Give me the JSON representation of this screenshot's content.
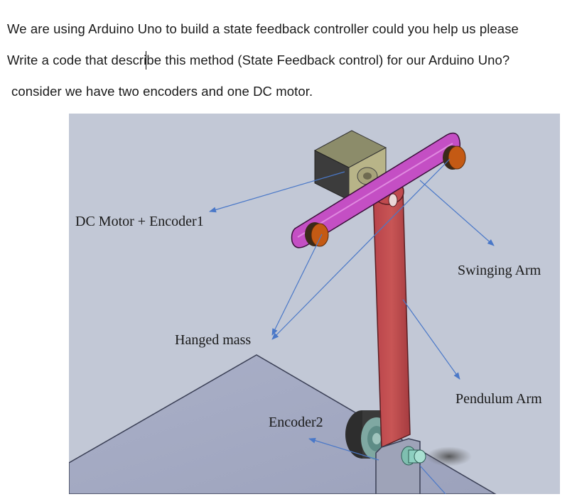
{
  "question": {
    "line1": "We are using Arduino Uno to build a state feedback controller could you help us please",
    "line2": "Write a code that describe this method (State Feedback control) for our Arduino Uno?",
    "line3": "consider we have two encoders and one DC motor."
  },
  "figure": {
    "labels": {
      "motor": "DC Motor + Encoder1",
      "swinging_arm": "Swinging Arm",
      "hanged_mass": "Hanged mass",
      "pendulum_arm": "Pendulum Arm",
      "encoder2": "Encoder2"
    },
    "colors": {
      "background": "#c2c8d6",
      "base_plate": "#a3a9c3",
      "swinging_arm": "#c44fc4",
      "pendulum_arm": "#c14a4a",
      "masses": "#c45a14",
      "arrows": "#4a78c8"
    }
  }
}
